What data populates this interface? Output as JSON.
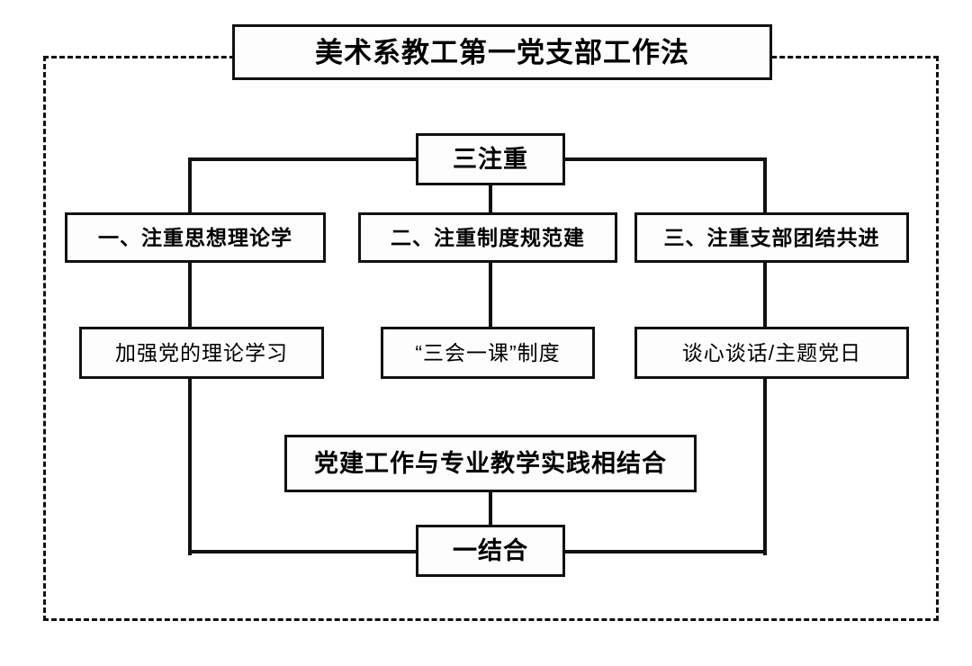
{
  "diagram": {
    "title": "美术系教工第一党支部工作法",
    "frame_style": "dashed",
    "line_color": "#111111",
    "box_fill": "#fdfdfd",
    "background": "#ffffff",
    "nodes": {
      "root": "美术系教工第一党支部工作法",
      "branch_three_focus": "三注重",
      "branch_one_combine": "一结合",
      "categories": [
        "一、注重思想理论学",
        "二、注重制度规范建",
        "三、注重支部团结共进"
      ],
      "leaves": [
        "加强党的理论学习",
        "“三会一课”制度",
        "谈心谈话/主题党日"
      ],
      "combine_statement": "党建工作与专业教学实践相结合"
    }
  },
  "chart_data": {
    "type": "diagram",
    "title": "美术系教工第一党支部工作法",
    "nodes": [
      {
        "id": "root",
        "label": "美术系教工第一党支部工作法",
        "level": 0
      },
      {
        "id": "three_focus",
        "label": "三注重",
        "level": 1
      },
      {
        "id": "cat1",
        "label": "一、注重思想理论学",
        "level": 2
      },
      {
        "id": "cat2",
        "label": "二、注重制度规范建",
        "level": 2
      },
      {
        "id": "cat3",
        "label": "三、注重支部团结共进",
        "level": 2
      },
      {
        "id": "leaf1",
        "label": "加强党的理论学习",
        "level": 3
      },
      {
        "id": "leaf2",
        "label": "“三会一课”制度",
        "level": 3
      },
      {
        "id": "leaf3",
        "label": "谈心谈话/主题党日",
        "level": 3
      },
      {
        "id": "combine_statement",
        "label": "党建工作与专业教学实践相结合",
        "level": 4
      },
      {
        "id": "one_combine",
        "label": "一结合",
        "level": 5
      }
    ],
    "edges": [
      {
        "from": "three_focus",
        "to": "cat1"
      },
      {
        "from": "three_focus",
        "to": "cat2"
      },
      {
        "from": "three_focus",
        "to": "cat3"
      },
      {
        "from": "cat1",
        "to": "leaf1"
      },
      {
        "from": "cat2",
        "to": "leaf2"
      },
      {
        "from": "cat3",
        "to": "leaf3"
      },
      {
        "from": "leaf1",
        "to": "one_combine"
      },
      {
        "from": "leaf3",
        "to": "one_combine"
      },
      {
        "from": "combine_statement",
        "to": "one_combine"
      }
    ]
  }
}
